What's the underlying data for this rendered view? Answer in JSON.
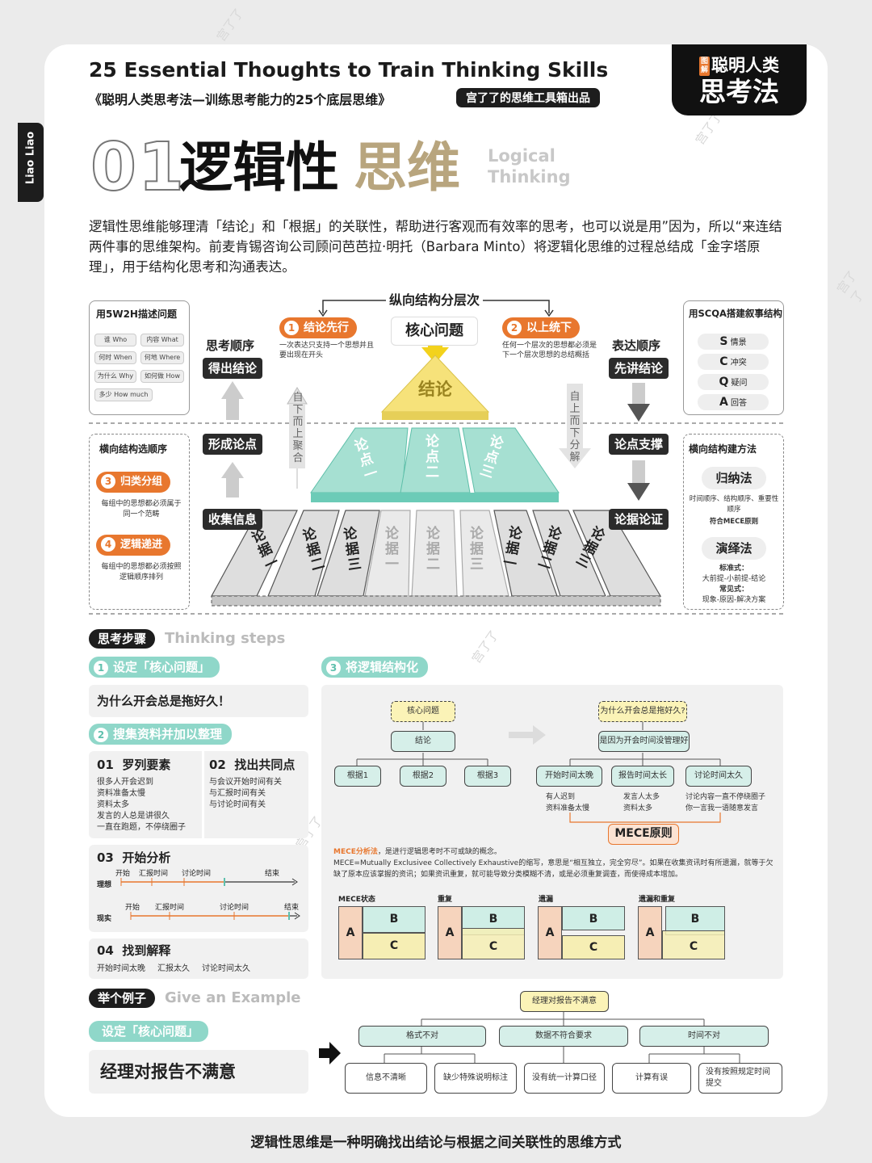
{
  "header": {
    "title_en": "25 Essential Thoughts to Train Thinking Skills",
    "title_cn": "《聪明人类思考法—训练思考能力的25个底层思维》",
    "publisher": "宫了了的思维工具箱出品",
    "badge_tag": "图解",
    "badge_line1": "聪明人类",
    "badge_line2": "思考法",
    "side_tab": "Liao Liao"
  },
  "hero": {
    "number": "01",
    "title_dark": "逻辑性",
    "title_tan": "思维",
    "en_line1": "Logical",
    "en_line2": "Thinking"
  },
  "intro": "逻辑性思维能够理清「结论」和「根据」的关联性，帮助进行客观而有效率的思考，也可以说是用”因为，所以“来连结两件事的思维架构。前麦肯锡咨询公司顾问芭芭拉·明托（Barbara Minto）将逻辑化思维的过程总结成「金字塔原理」，用于结构化思考和沟通表达。",
  "pyramid": {
    "top_title": "纵向结构分层次",
    "core": "核心问题",
    "conclusion": "结论",
    "tag1": "结论先行",
    "tag1_num": "1",
    "tag1_desc": "一次表达只支持一个思想并且要出现在开头",
    "tag2": "以上统下",
    "tag2_num": "2",
    "tag2_desc": "任何一个层次的思想都必须是下一个层次思想的总结概括",
    "bottom_up": "自下而上聚合",
    "top_down": "自上而下分解",
    "points": [
      "论点一",
      "论点二",
      "论点三"
    ],
    "evidence": [
      "论据一",
      "论据二",
      "论据三",
      "论据一",
      "论据二",
      "论据三",
      "论据一",
      "论据二",
      "论据三"
    ],
    "think_order": "思考顺序",
    "think_steps": [
      "得出结论",
      "形成论点",
      "收集信息"
    ],
    "express_order": "表达顺序",
    "express_steps": [
      "先讲结论",
      "论点支撑",
      "论据论证"
    ]
  },
  "box5w2h": {
    "title": "用5W2H描述问题",
    "chips": [
      "谁 Who",
      "内容 What",
      "何时 When",
      "何地 Where",
      "为什么 Why",
      "如何做 How",
      "多少 How much"
    ]
  },
  "boxScqa": {
    "title": "用SCQA搭建叙事结构",
    "items": [
      {
        "k": "S",
        "v": "情景"
      },
      {
        "k": "C",
        "v": "冲突"
      },
      {
        "k": "Q",
        "v": "疑问"
      },
      {
        "k": "A",
        "v": "回答"
      }
    ]
  },
  "boxHoriz": {
    "title": "横向结构选顺序",
    "tag3_num": "3",
    "tag3": "归类分组",
    "tag3_desc": "每组中的思想都必须属于同一个范畴",
    "tag4_num": "4",
    "tag4": "逻辑递进",
    "tag4_desc": "每组中的思想都必须按照逻辑顺序排列"
  },
  "boxMethods": {
    "title": "横向结构建方法",
    "m1": "归纳法",
    "m1_desc": "时间顺序、结构顺序、重要性顺序",
    "m1_desc2": "符合MECE原则",
    "m2": "演绎法",
    "m2_l1": "标准式：",
    "m2_l2": "大前提-小前提-结论",
    "m2_l3": "常见式：",
    "m2_l4": "现象-原因-解决方案"
  },
  "steps": {
    "label": "思考步骤",
    "label_en": "Thinking steps",
    "s1_num": "1",
    "s1": "设定「核心问题」",
    "s1_q": "为什么开会总是拖好久！",
    "s2_num": "2",
    "s2": "搜集资料并加以整理",
    "c01_num": "01",
    "c01": "罗列要素",
    "c01_lines": [
      "很多人开会迟到",
      "资料准备太慢",
      "资料太多",
      "发言的人总是讲很久",
      "一直在跑题，不停绕圈子"
    ],
    "c02_num": "02",
    "c02": "找出共同点",
    "c02_lines": [
      "与会议开始时间有关",
      "与汇报时间有关",
      "与讨论时间有关"
    ],
    "c03_num": "03",
    "c03": "开始分析",
    "ideal": "理想",
    "real": "现实",
    "tl_start": "开始",
    "tl_report": "汇报时间",
    "tl_discuss": "讨论时间",
    "tl_end": "结束",
    "c04_num": "04",
    "c04": "找到解释",
    "c04_items": [
      "开始时间太晚",
      "汇报太久",
      "讨论时间太久"
    ],
    "s3_num": "3",
    "s3": "将逻辑结构化"
  },
  "structure": {
    "left_core": "核心问题",
    "left_concl": "结论",
    "left_roots": [
      "根据1",
      "根据2",
      "根据3"
    ],
    "right_core": "为什么开会总是拖好久?",
    "right_concl": "是因为开会时间没管理好",
    "right_roots": [
      "开始时间太晚",
      "报告时间太长",
      "讨论时间太久"
    ],
    "right_sub": [
      [
        "有人迟到",
        "资料准备太慢"
      ],
      [
        "发言人太多",
        "资料太多"
      ],
      [
        "讨论内容一直不停绕圈子",
        "你一言我一语随意发言"
      ]
    ],
    "mece_label": "MECE原则",
    "mece_title": "MECE分析法",
    "mece_text1": "，是进行逻辑思考时不可或缺的概念。",
    "mece_text2": "MECE=Mutually Exclusivee Collectively Exhaustive的缩写，意思是“相互独立，完全穷尽”。如果在收集资讯时有所遗漏，就等于欠缺了原本应该掌握的资讯；如果资讯重复，就可能导致分类模糊不清，或是必须重复调查，而使得成本增加。",
    "states": [
      "MECE状态",
      "重复",
      "遗漏",
      "遗漏和重复"
    ],
    "A": "A",
    "B": "B",
    "C": "C"
  },
  "example": {
    "label": "举个例子",
    "label_en": "Give an Example",
    "core_pill": "设定「核心问题」",
    "core_q": "经理对报告不满意",
    "root": "经理对报告不满意",
    "mid": [
      "格式不对",
      "数据不符合要求",
      "时间不对"
    ],
    "leaves": [
      "信息不清晰",
      "缺少特殊说明标注",
      "没有统一计算口径",
      "计算有误",
      "没有按照规定时间提交"
    ]
  },
  "footer": "逻辑性思维是一种明确找出结论与根据之间关联性的思维方式",
  "watermark": "宫了了",
  "colors": {
    "orange": "#e8772e",
    "teal": "#8fd7c9",
    "yellow": "#f3e37c",
    "tan": "#b8a57e",
    "dark": "#1d1d1d"
  }
}
